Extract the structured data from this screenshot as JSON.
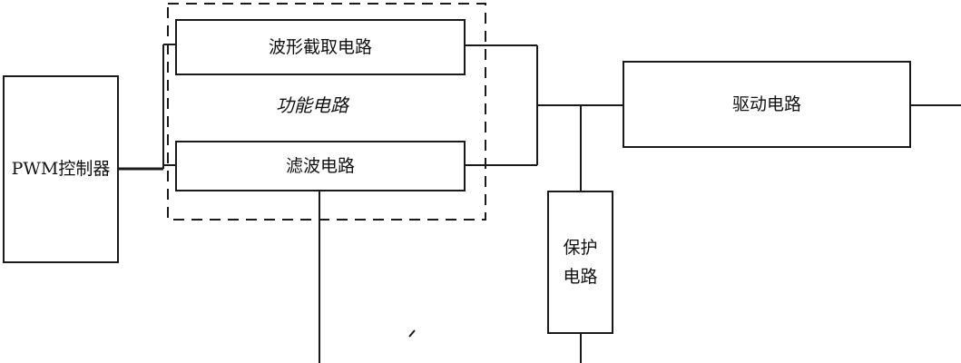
{
  "diagram": {
    "blocks": {
      "pwm": {
        "label": "PWM控制器"
      },
      "waveform": {
        "label": "波形截取电路"
      },
      "filter": {
        "label": "滤波电路"
      },
      "driver": {
        "label": "驱动电路"
      },
      "protection": {
        "label": "保护电路"
      }
    },
    "group": {
      "label": "功能电路"
    },
    "colors": {
      "line": "#1a1a1a",
      "text": "#111111",
      "background": "#ffffff"
    }
  }
}
